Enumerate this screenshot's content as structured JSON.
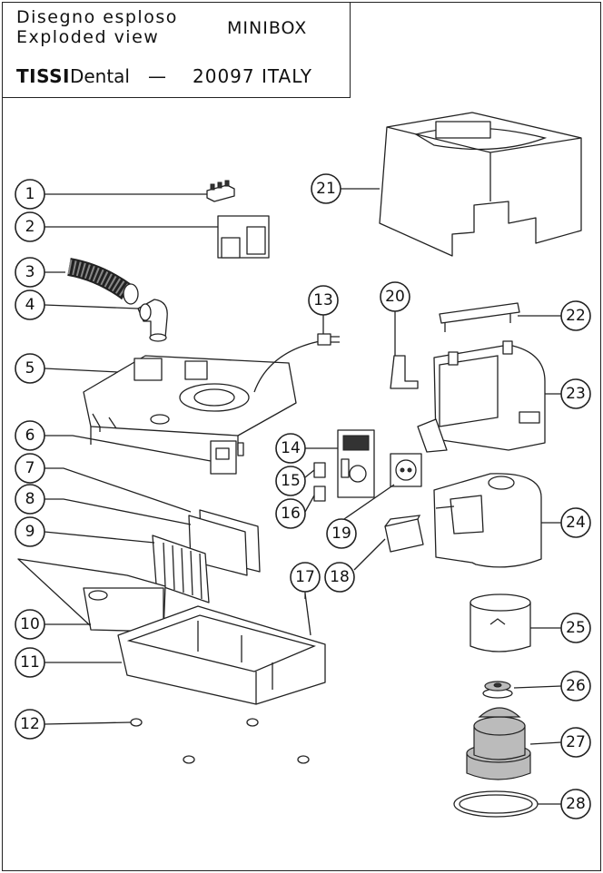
{
  "title_block": {
    "title_it": "Disegno esploso",
    "title_en": "Exploded view",
    "product": "MINIBOX",
    "brand_bold": "TISSI",
    "brand_rest": "Dental",
    "separator": "—",
    "origin": "20097 ITALY"
  },
  "callouts": [
    "1",
    "2",
    "3",
    "4",
    "5",
    "6",
    "7",
    "8",
    "9",
    "10",
    "11",
    "12",
    "13",
    "14",
    "15",
    "16",
    "17",
    "18",
    "19",
    "20",
    "21",
    "22",
    "23",
    "24",
    "25",
    "26",
    "27",
    "28"
  ]
}
